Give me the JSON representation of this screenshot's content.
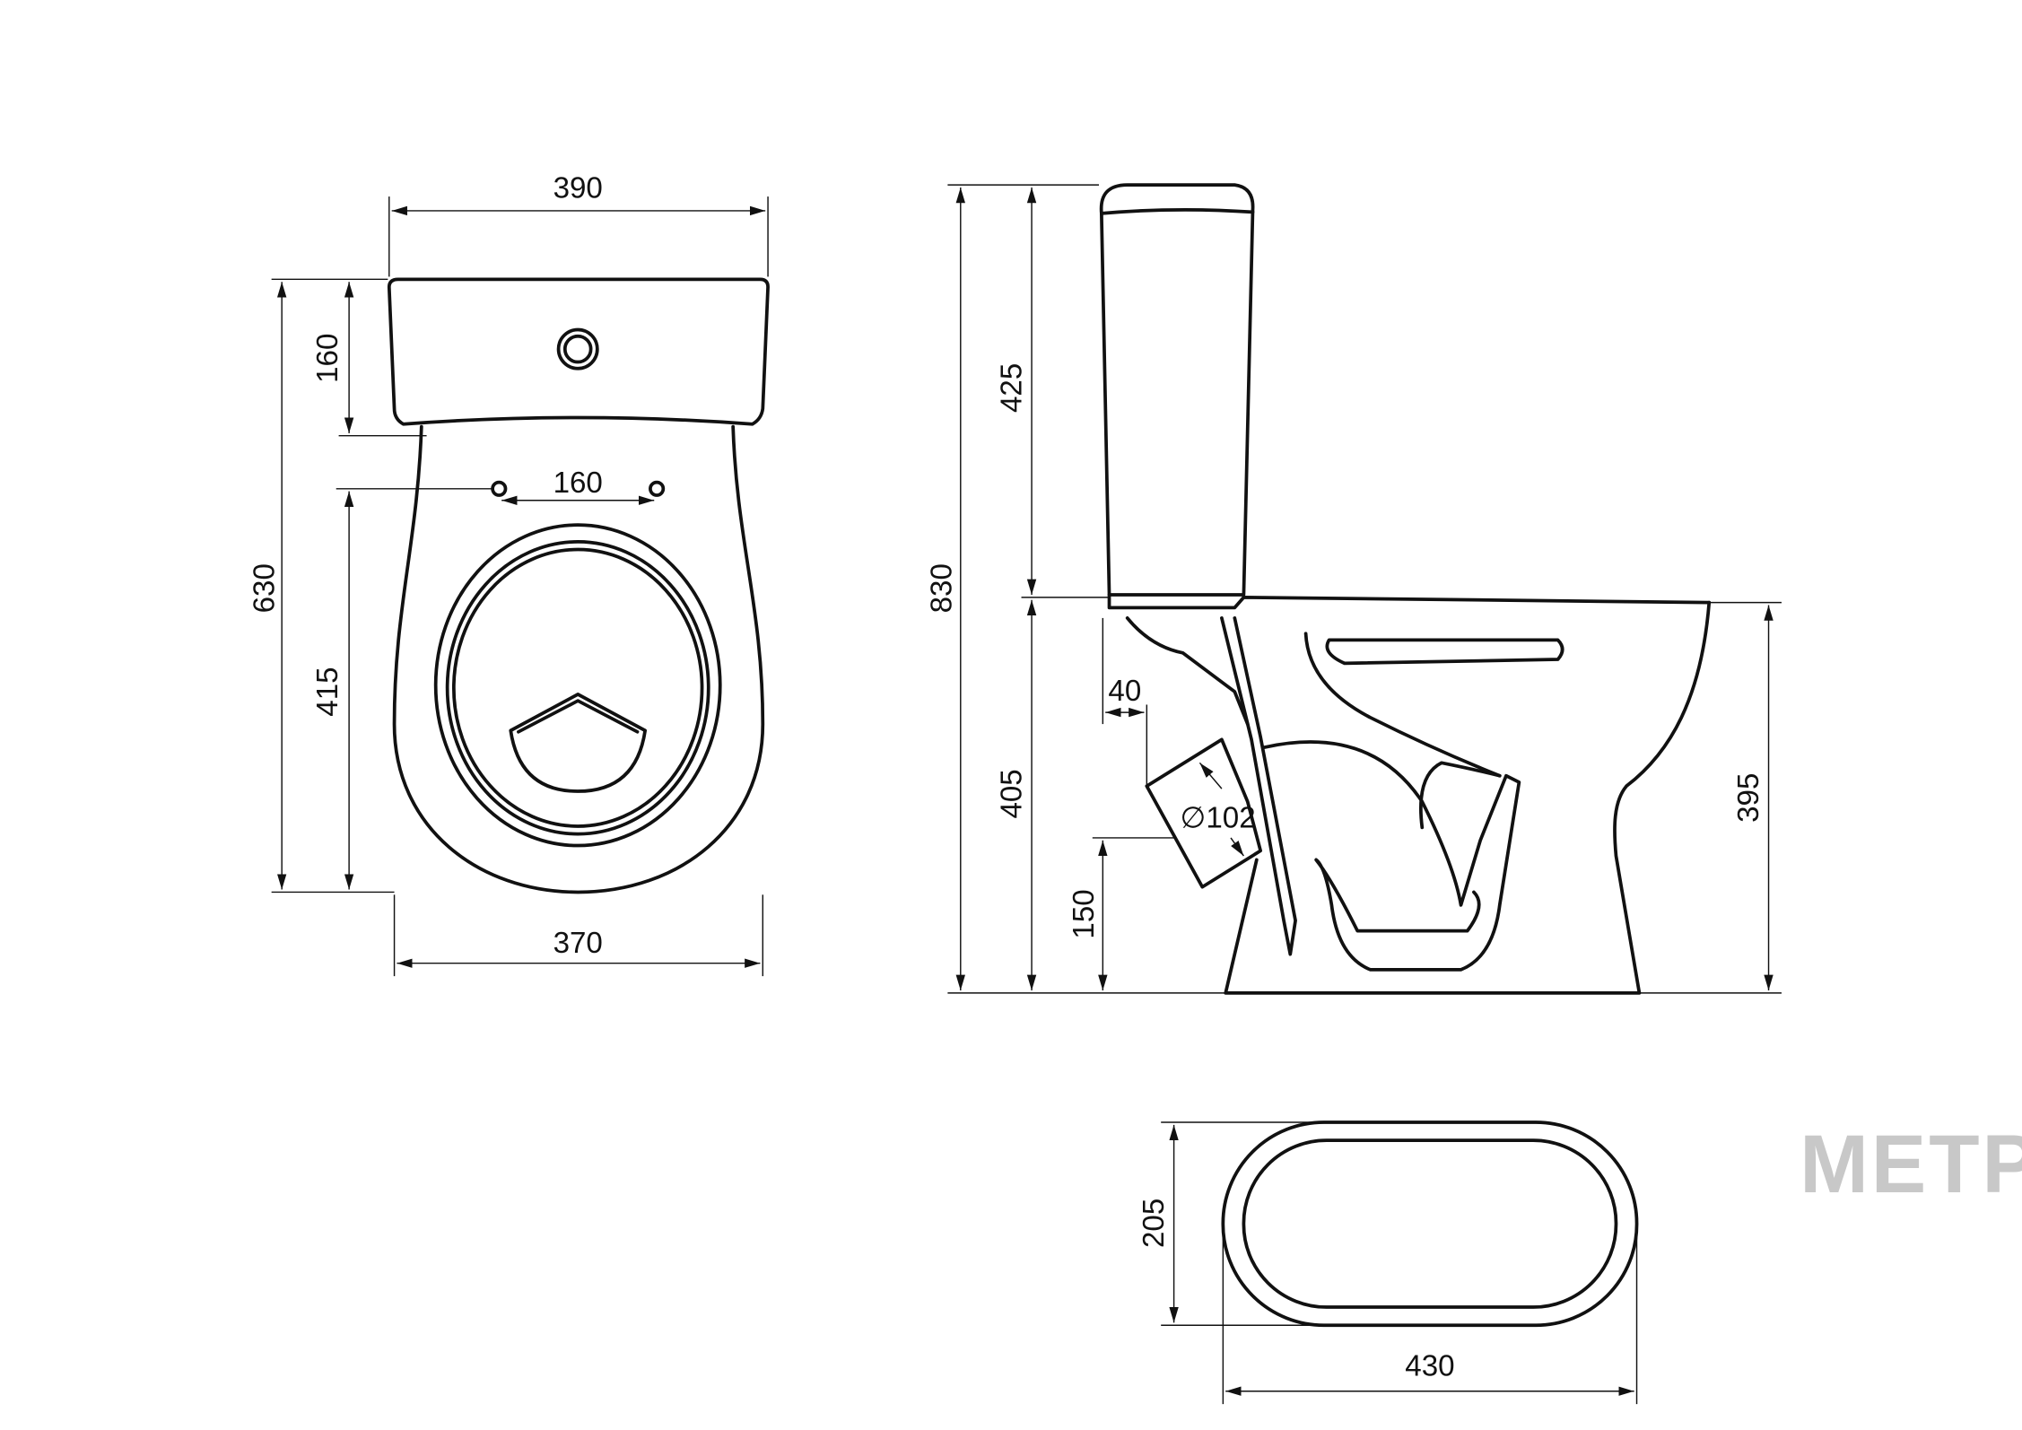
{
  "logo": "METP",
  "front_view": {
    "width_top": "390",
    "tank_height": "160",
    "total_depth": "630",
    "seat_hole_to_front": "415",
    "seat_hole_spacing": "160",
    "width_bottom": "370"
  },
  "side_view": {
    "total_height": "830",
    "tank_height": "425",
    "rim_height_left": "405",
    "outlet_height": "150",
    "outlet_offset": "40",
    "outlet_diameter": "∅102",
    "rim_height_right": "395"
  },
  "base_view": {
    "depth": "205",
    "length": "430"
  }
}
